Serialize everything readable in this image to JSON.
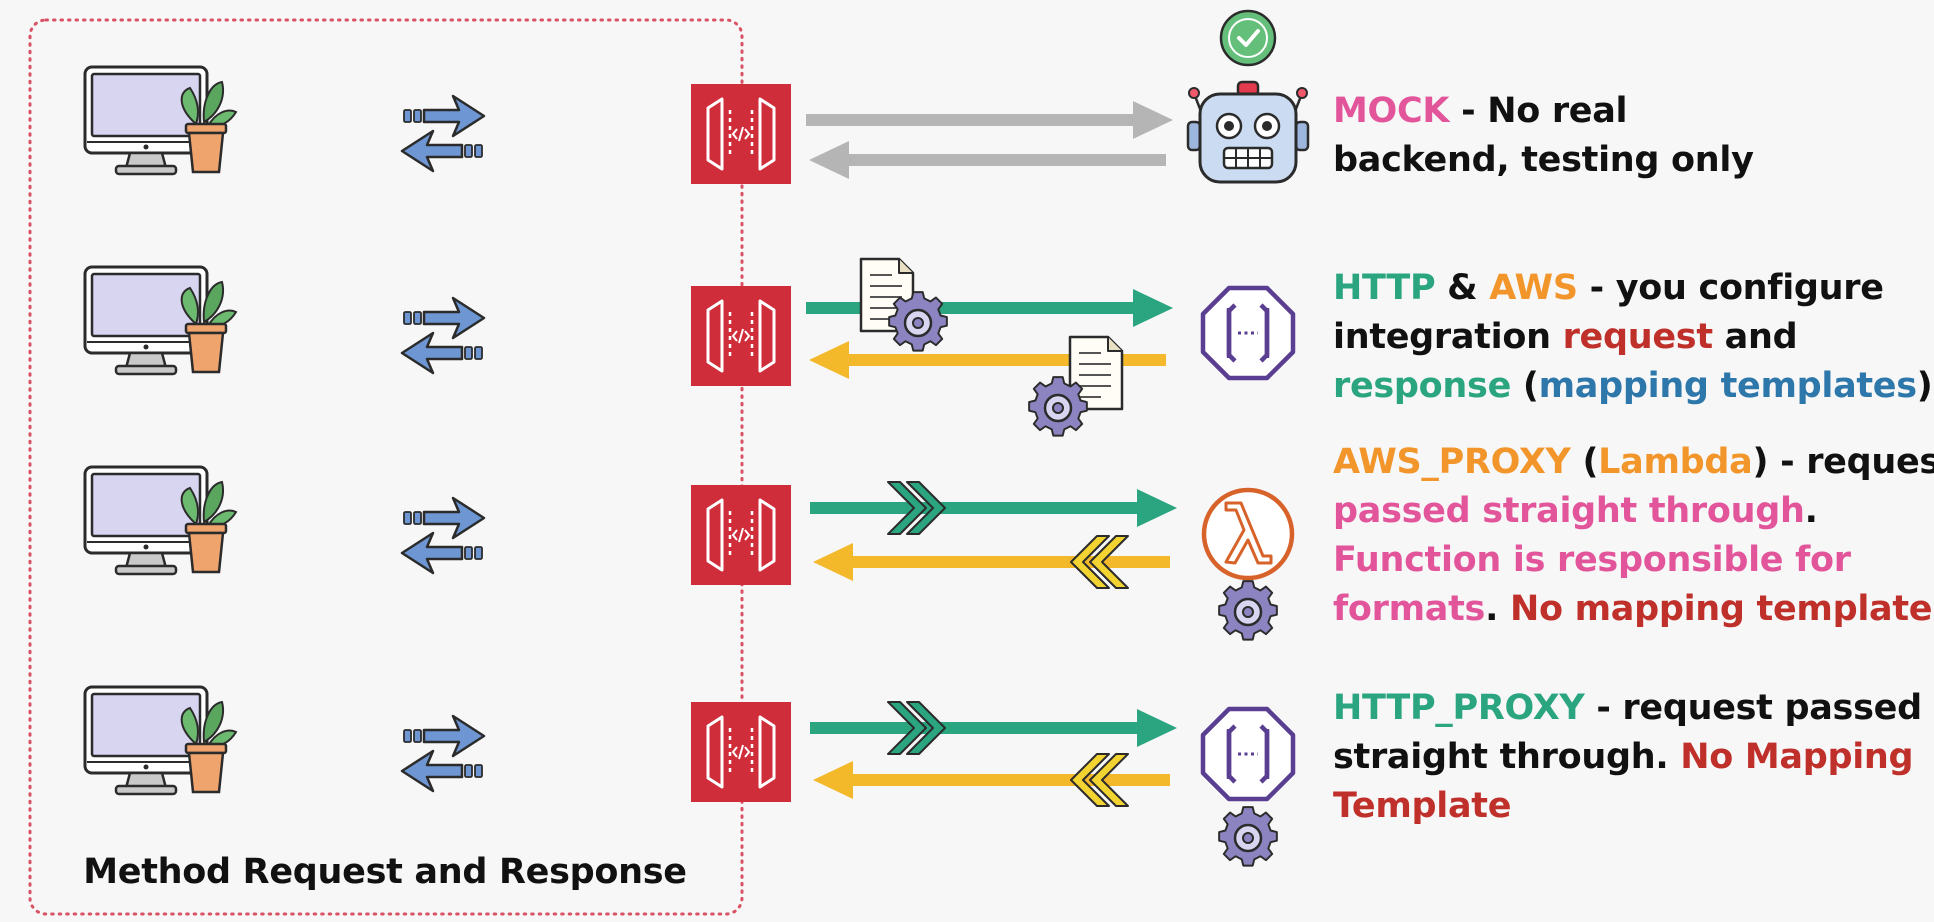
{
  "colors": {
    "pink": "#e2559b",
    "orange": "#f2962b",
    "red": "#c0302a",
    "green": "#2aa57f",
    "blue": "#2e77aa",
    "black": "#111111",
    "gray_arrow": "#b5b5b5",
    "teal_arrow": "#2aa57f",
    "yellow_arrow": "#f3b92b",
    "gateway_red": "#d02d3a",
    "dotted_border": "#d95264",
    "swap_arrow_blue": "#6d96d2",
    "gear_purple": "#8c84c0",
    "octagon_purple": "#5a3e92",
    "lambda_orange": "#d8632a",
    "check_green": "#63bf79"
  },
  "group_caption": "Method Request and Response",
  "integrations": [
    {
      "id": "mock",
      "target_icon": "robot-icon",
      "badge_icon": "check-circle-icon",
      "request_arrow_color": "gray",
      "response_arrow_color": "gray",
      "lines": [
        [
          {
            "text": "MOCK",
            "color": "pink"
          },
          {
            "text": " - No real",
            "color": "black"
          }
        ],
        [
          {
            "text": "backend, testing only",
            "color": "black"
          }
        ]
      ]
    },
    {
      "id": "http-aws",
      "target_icon": "http-endpoint-octagon-icon",
      "arrow_decoration": "mapping-template-document-gear-icon",
      "request_arrow_color": "teal",
      "response_arrow_color": "yellow",
      "lines": [
        [
          {
            "text": "HTTP",
            "color": "green"
          },
          {
            "text": " & ",
            "color": "black"
          },
          {
            "text": "AWS",
            "color": "orange"
          },
          {
            "text": " - you configure",
            "color": "black"
          }
        ],
        [
          {
            "text": "integration ",
            "color": "black"
          },
          {
            "text": "request",
            "color": "red"
          },
          {
            "text": " and",
            "color": "black"
          }
        ],
        [
          {
            "text": "response",
            "color": "green"
          },
          {
            "text": " (",
            "color": "black"
          },
          {
            "text": "mapping templates",
            "color": "blue"
          },
          {
            "text": ")",
            "color": "black"
          }
        ]
      ]
    },
    {
      "id": "aws-proxy",
      "target_icon": "lambda-icon",
      "arrow_decoration": "passthrough-chevrons-icon",
      "request_arrow_color": "teal",
      "response_arrow_color": "yellow",
      "lines": [
        [
          {
            "text": "AWS_PROXY",
            "color": "orange"
          },
          {
            "text": " (",
            "color": "black"
          },
          {
            "text": "Lambda",
            "color": "orange"
          },
          {
            "text": ") - request",
            "color": "black"
          }
        ],
        [
          {
            "text": "passed straight through",
            "color": "pink"
          },
          {
            "text": ".",
            "color": "black"
          }
        ],
        [
          {
            "text": "Function is responsible for",
            "color": "pink"
          }
        ],
        [
          {
            "text": "formats",
            "color": "pink"
          },
          {
            "text": ". ",
            "color": "black"
          },
          {
            "text": "No mapping template.",
            "color": "red"
          }
        ]
      ]
    },
    {
      "id": "http-proxy",
      "target_icon": "http-endpoint-octagon-icon",
      "arrow_decoration": "passthrough-chevrons-icon",
      "request_arrow_color": "teal",
      "response_arrow_color": "yellow",
      "lines": [
        [
          {
            "text": "HTTP_PROXY",
            "color": "green"
          },
          {
            "text": " - request passed",
            "color": "black"
          }
        ],
        [
          {
            "text": "straight through. ",
            "color": "black"
          },
          {
            "text": "No Mapping",
            "color": "red"
          }
        ],
        [
          {
            "text": "Template",
            "color": "red"
          }
        ]
      ]
    }
  ]
}
